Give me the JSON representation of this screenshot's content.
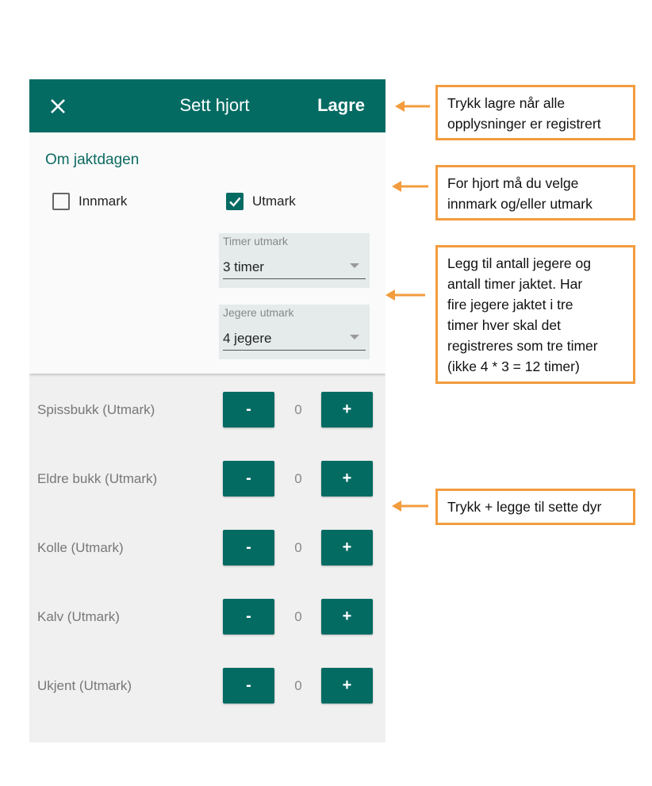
{
  "appbar": {
    "title": "Sett hjort",
    "save_label": "Lagre",
    "color": "#046b63"
  },
  "section": {
    "title": "Om jaktdagen",
    "checkboxes": [
      {
        "label": "Innmark",
        "checked": false
      },
      {
        "label": "Utmark",
        "checked": true
      }
    ],
    "selects": [
      {
        "label": "Timer utmark",
        "value": "3 timer"
      },
      {
        "label": "Jegere utmark",
        "value": "4 jegere"
      }
    ]
  },
  "counters": [
    {
      "label": "Spissbukk (Utmark)",
      "minus": "-",
      "value": "0",
      "plus": "+"
    },
    {
      "label": "Eldre bukk (Utmark)",
      "minus": "-",
      "value": "0",
      "plus": "+"
    },
    {
      "label": "Kolle (Utmark)",
      "minus": "-",
      "value": "0",
      "plus": "+"
    },
    {
      "label": "Kalv (Utmark)",
      "minus": "-",
      "value": "0",
      "plus": "+"
    },
    {
      "label": "Ukjent (Utmark)",
      "minus": "-",
      "value": "0",
      "plus": "+"
    }
  ],
  "callouts": [
    {
      "text_lines": [
        "Trykk lagre når alle",
        "opplysninger er registrert"
      ]
    },
    {
      "text_lines": [
        "For hjort må du velge",
        "innmark og/eller utmark"
      ]
    },
    {
      "text_lines": [
        "Legg til antall jegere og",
        "antall timer jaktet. Har",
        "fire jegere jaktet i tre",
        "timer hver skal det",
        "registreres som tre timer",
        "(ikke 4 * 3 = 12 timer)"
      ]
    },
    {
      "text_lines": [
        "Trykk + legge til sette dyr"
      ]
    }
  ],
  "accent_color": "#f29c3d"
}
